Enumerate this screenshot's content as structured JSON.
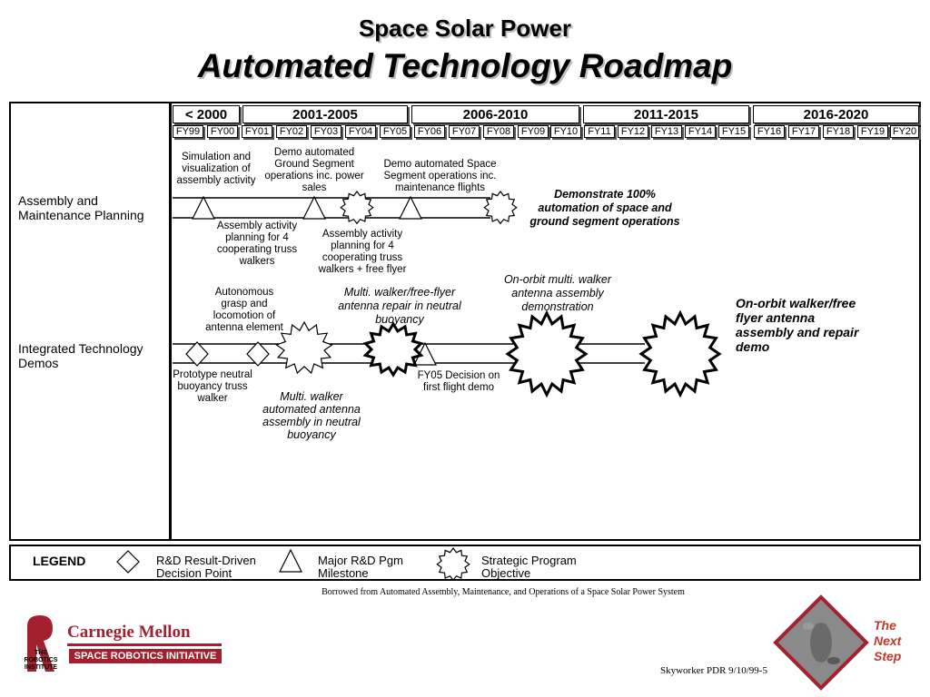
{
  "title": {
    "line1": "Space Solar Power",
    "line2": "Automated Technology Roadmap"
  },
  "eras": [
    "< 2000",
    "2001-2005",
    "2006-2010",
    "2011-2015",
    "2016-2020"
  ],
  "fiscal_years": [
    "FY99",
    "FY00",
    "FY01",
    "FY02",
    "FY03",
    "FY04",
    "FY05",
    "FY06",
    "FY07",
    "FY08",
    "FY09",
    "FY10",
    "FY11",
    "FY12",
    "FY13",
    "FY14",
    "FY15",
    "FY16",
    "FY17",
    "FY18",
    "FY19",
    "FY20"
  ],
  "rows": {
    "assembly": "Assembly and Maintenance Planning",
    "demos": "Integrated Technology Demos"
  },
  "notes": {
    "sim_viz": "Simulation and visualization of assembly activity",
    "demo_ground": "Demo automated Ground Segment operations inc. power sales",
    "demo_space": "Demo automated Space Segment operations inc. maintenance flights",
    "demo_100": "Demonstrate 100% automation of space and ground segment operations",
    "planning_4": "Assembly activity planning for 4 cooperating truss walkers",
    "planning_4_flyer": "Assembly activity planning for 4 cooperating truss walkers + free flyer",
    "autonomous_grasp": "Autonomous grasp and locomotion of antenna element",
    "multi_repair": "Multi. walker/free-flyer antenna repair  in neutral buoyancy",
    "onorbit_multi": "On-orbit multi. walker antenna assembly demonstration",
    "onorbit_final": "On-orbit walker/free flyer antenna assembly and repair demo",
    "prototype": "Prototype neutral buoyancy truss walker",
    "multi_auto": "Multi. walker automated antenna assembly in neutral buoyancy",
    "fy05": "FY05 Decision on first flight demo"
  },
  "legend": {
    "title": "LEGEND",
    "rd": "R&D Result-Driven Decision Point",
    "milestone": "Major R&D Pgm Milestone",
    "strategic": "Strategic Program Objective"
  },
  "credit": "Borrowed from Automated Assembly, Maintenance, and Operations of a Space Solar Power System",
  "footer": {
    "cmu": "Carnegie Mellon",
    "institute": "THE ROBOTICS INSTITUTE",
    "sri": "SPACE ROBOTICS INITIATIVE",
    "pdr": "Skyworker PDR 9/10/99-5",
    "next": "The Next Step"
  },
  "colors": {
    "accent": "#a3202f",
    "next_step": "#c0392b"
  }
}
